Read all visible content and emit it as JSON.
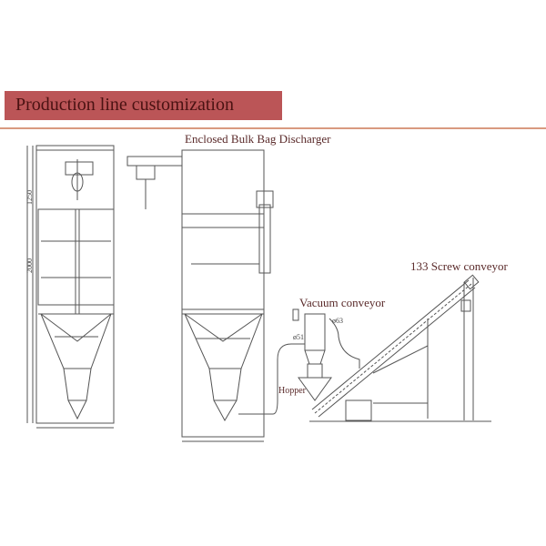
{
  "banner": {
    "title": "Production line customization",
    "color": "#bb5557"
  },
  "labels": {
    "discharger": "Enclosed Bulk Bag Discharger",
    "screw": "133 Screw conveyor",
    "vacuum": "Vacuum conveyor",
    "hopper": "Hopper"
  },
  "dimensions": {
    "top_height": "1250",
    "frame_height": "2000",
    "pipe1": "ø63",
    "pipe2": "ø51"
  }
}
